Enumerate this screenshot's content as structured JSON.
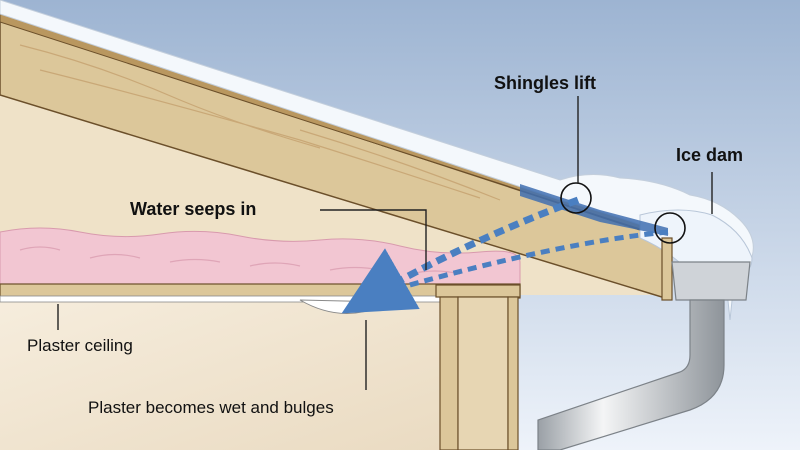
{
  "labels": {
    "shingles_lift": "Shingles lift",
    "ice_dam": "Ice dam",
    "water_seeps_in": "Water seeps in",
    "plaster_ceiling": "Plaster ceiling",
    "plaster_bulges": "Plaster becomes wet and bulges"
  },
  "colors": {
    "sky_top": "#9db4d2",
    "sky_bottom": "#eef3fa",
    "wood": "#dcc79a",
    "wood_edge": "#6b4f2a",
    "insulation": "#f2c6d2",
    "wall_interior": "#f3e7d3",
    "water": "#3f6fb0",
    "ice": "#f4f8fc",
    "gutter": "#c9cdd2",
    "arrow": "#4a7fc1"
  }
}
